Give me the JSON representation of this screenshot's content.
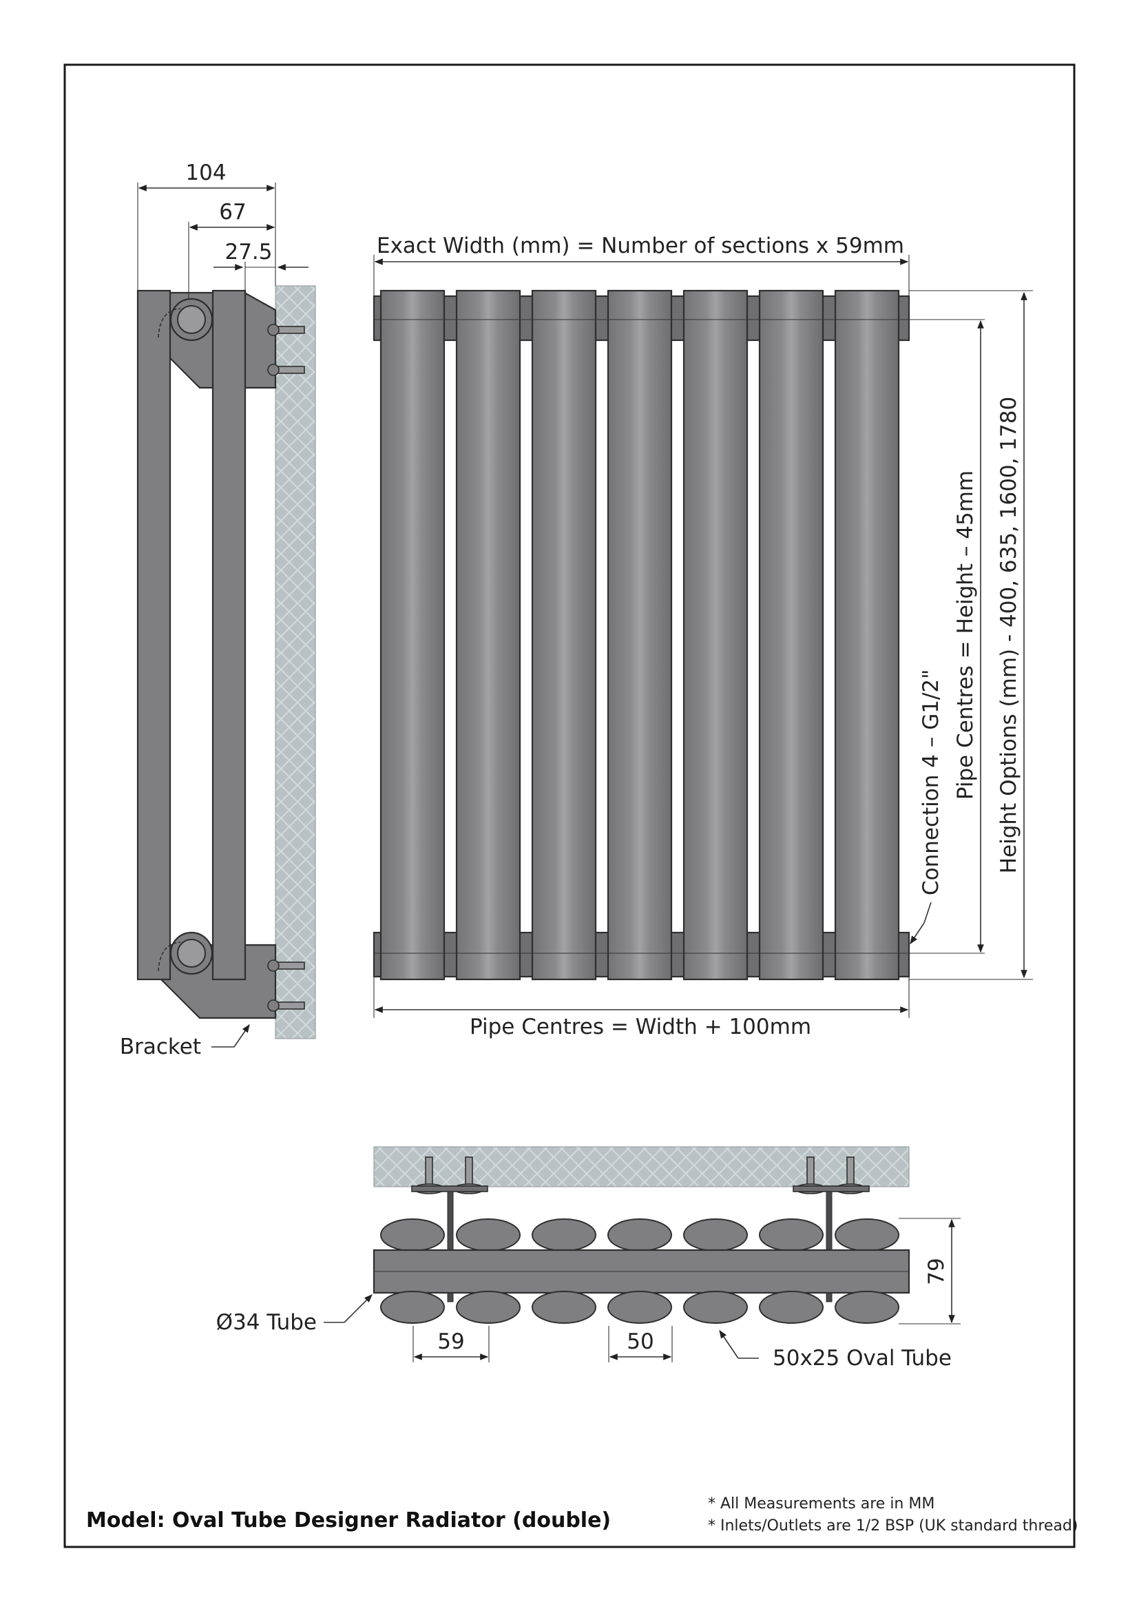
{
  "colors": {
    "metal": "#7f7f81",
    "metal_highlight": "#9a9a9c",
    "metal_dark": "#5f5f61",
    "wall": "#b8c2c4",
    "outline": "#2e2e2e",
    "frame": "#1a1a1a"
  },
  "side_view": {
    "dim_overall": "104",
    "dim_middle": "67",
    "dim_inner": "27.5",
    "bracket_label": "Bracket"
  },
  "front_view": {
    "exact_width_label": "Exact Width (mm) = Number of sections x 59mm",
    "pipe_centres_width_label": "Pipe Centres = Width + 100mm",
    "connection_label": "Connection 4 – G1/2\"",
    "pipe_centres_height_label": "Pipe Centres = Height – 45mm",
    "height_options_label": "Height Options (mm) - 400, 635, 1600, 1780",
    "sections": 7
  },
  "top_view": {
    "tube_label": "Ø34 Tube",
    "pitch_label": "59",
    "oval_width_label": "50",
    "depth_label": "79",
    "oval_label": "50x25 Oval Tube"
  },
  "footer": {
    "model_label": "Model: Oval Tube Designer Radiator (double)",
    "note_1": "* All Measurements are in MM",
    "note_2": "* Inlets/Outlets are 1/2 BSP (UK standard thread)"
  }
}
